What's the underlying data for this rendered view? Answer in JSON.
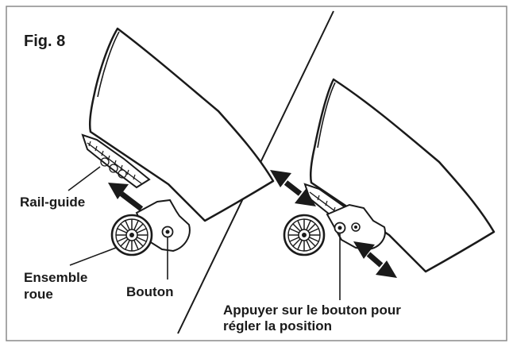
{
  "figure": {
    "number": "Fig. 8",
    "labels": {
      "rail_guide": "Rail-guide",
      "wheel_assembly_line1": "Ensemble",
      "wheel_assembly_line2": "roue",
      "knob": "Bouton"
    },
    "instruction": {
      "line1": "Appuyer sur le bouton pour",
      "line2": "régler la position"
    }
  },
  "colors": {
    "ink": "#1a1a1a",
    "background": "#ffffff",
    "frame": "#8a8a8a"
  }
}
